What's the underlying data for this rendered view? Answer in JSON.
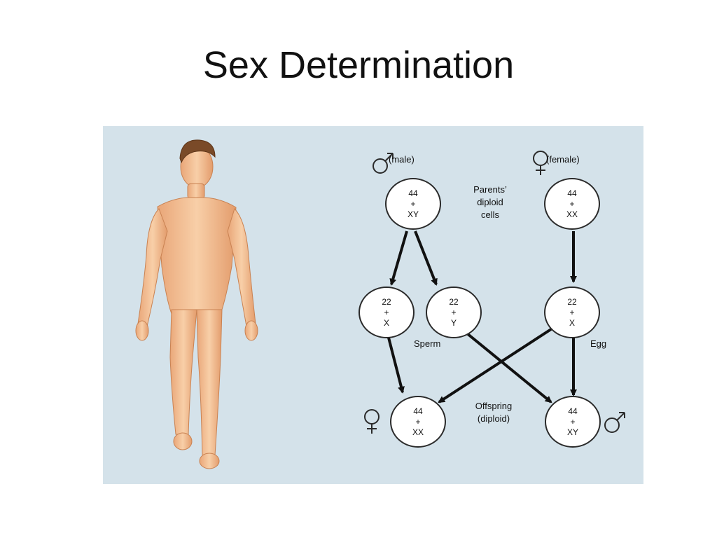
{
  "slide": {
    "title": "Sex Determination"
  },
  "diagram": {
    "parent_male_label": "(male)",
    "parent_female_label": "(female)",
    "parents_caption": [
      "Parents’",
      "diploid",
      "cells"
    ],
    "sperm_label": "Sperm",
    "egg_label": "Egg",
    "offspring_caption": [
      "Offspring",
      "(diploid)"
    ],
    "nodes": {
      "father": [
        "44",
        "+",
        "XY"
      ],
      "mother": [
        "44",
        "+",
        "XX"
      ],
      "sperm_x": [
        "22",
        "+",
        "X"
      ],
      "sperm_y": [
        "22",
        "+",
        "Y"
      ],
      "egg_x": [
        "22",
        "+",
        "X"
      ],
      "child_female": [
        "44",
        "+",
        "XX"
      ],
      "child_male": [
        "44",
        "+",
        "XY"
      ]
    },
    "colors": {
      "panel_bg": "#d4e2ea",
      "arrow": "#111111"
    }
  }
}
